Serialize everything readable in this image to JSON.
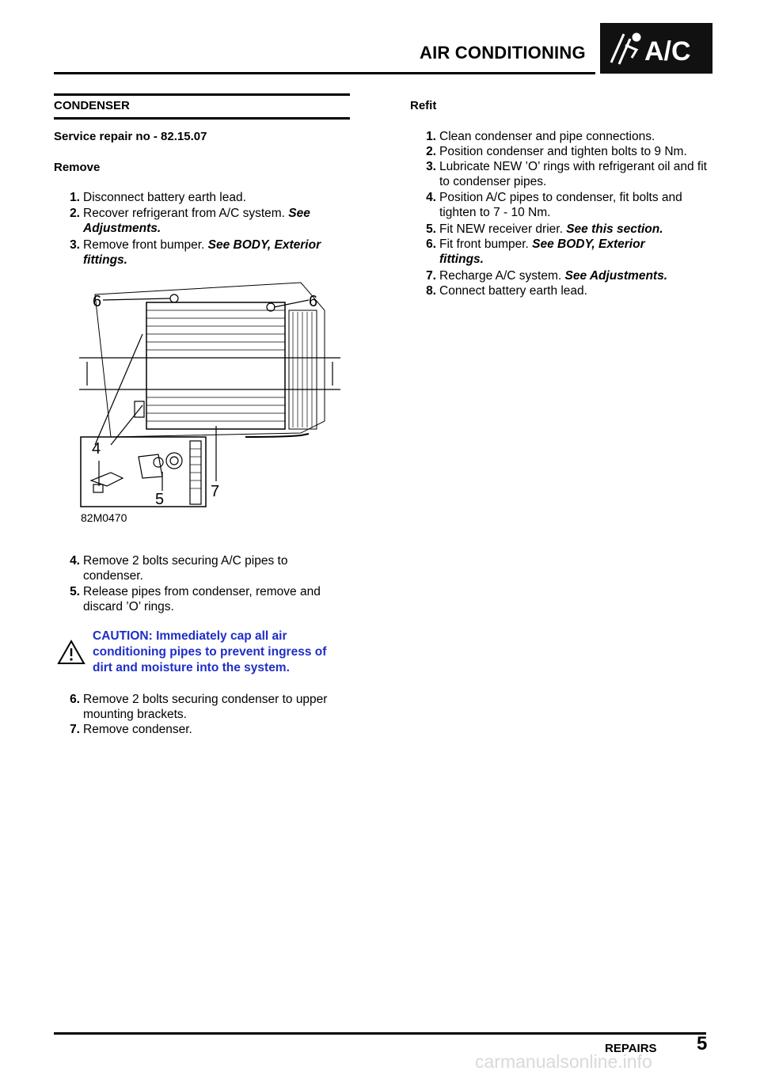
{
  "header": {
    "title": "AIR CONDITIONING",
    "logo_text": "A/C"
  },
  "left": {
    "section_title": "CONDENSER",
    "service_repair": "Service repair no - 82.15.07",
    "remove_heading": "Remove",
    "remove_steps": [
      {
        "num": "1.",
        "text": "Disconnect battery earth lead."
      },
      {
        "num": "2.",
        "text": "Recover refrigerant from A/C system.",
        "ref": "See Adjustments."
      },
      {
        "num": "3.",
        "text": "Remove front bumper.",
        "ref": "See BODY, Exterior fittings."
      },
      {
        "num": "4.",
        "text": "Remove 2 bolts securing A/C pipes to condenser."
      },
      {
        "num": "5.",
        "text": "Release pipes from condenser, remove and discard ’O’ rings."
      },
      {
        "num": "6.",
        "text": "Remove 2 bolts securing condenser to upper mounting brackets."
      },
      {
        "num": "7.",
        "text": "Remove condenser."
      }
    ],
    "caution": "CAUTION: Immediately cap all air conditioning pipes to prevent ingress of dirt and moisture into the system.",
    "figure": {
      "code": "82M0470",
      "callouts": [
        "6",
        "6",
        "4",
        "5",
        "7"
      ]
    }
  },
  "right": {
    "refit_heading": "Refit",
    "refit_steps": [
      {
        "num": "1.",
        "text": "Clean condenser and pipe connections."
      },
      {
        "num": "2.",
        "text": "Position condenser and tighten bolts to 9 Nm."
      },
      {
        "num": "3.",
        "text": "Lubricate NEW ’O’ rings with refrigerant oil and fit to condenser pipes."
      },
      {
        "num": "4.",
        "text": "Position A/C pipes to condenser, fit bolts and tighten to 7 - 10 Nm."
      },
      {
        "num": "5.",
        "text": "Fit NEW receiver drier.",
        "ref": "See this section."
      },
      {
        "num": "6.",
        "text": "Fit front bumper.",
        "ref": "See BODY, Exterior fittings."
      },
      {
        "num": "7.",
        "text": "Recharge A/C system.",
        "ref": "See Adjustments."
      },
      {
        "num": "8.",
        "text": "Connect battery earth lead."
      }
    ]
  },
  "footer": {
    "label": "REPAIRS",
    "page": "5",
    "watermark": "carmanualsonline.info"
  }
}
